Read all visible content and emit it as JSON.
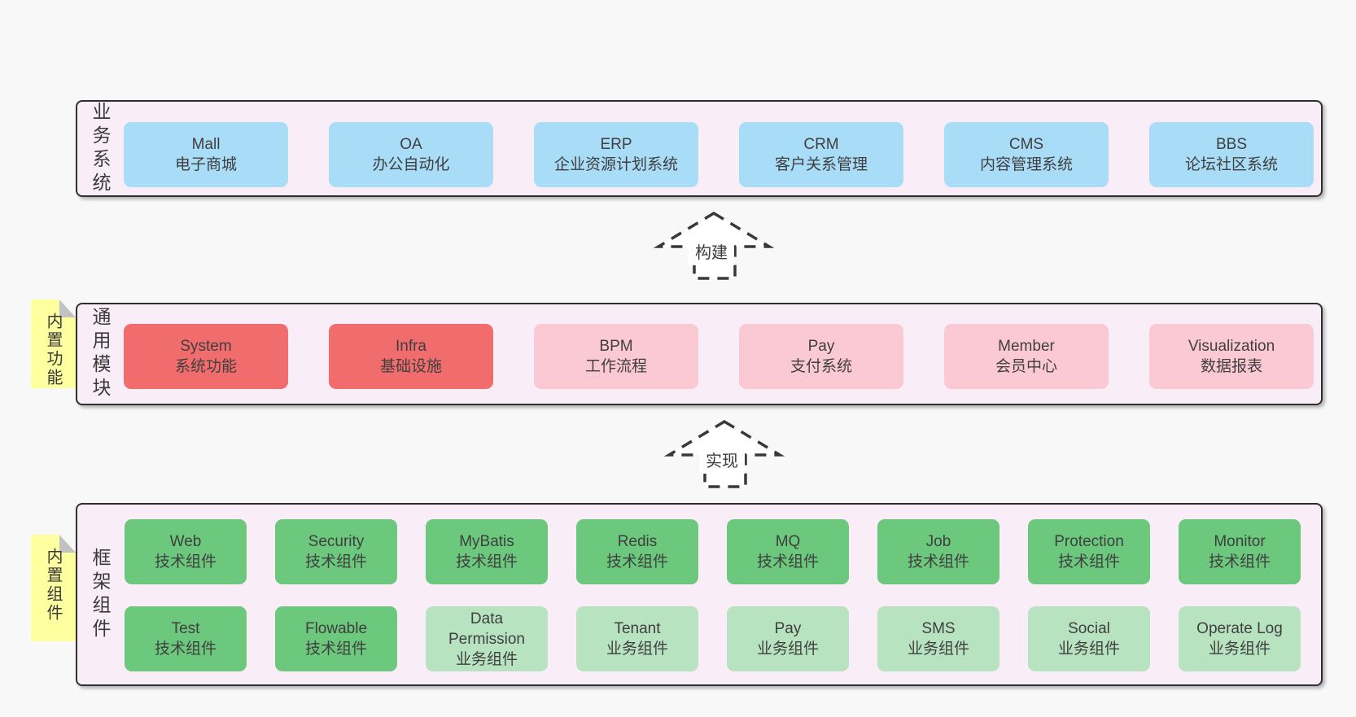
{
  "layers": [
    {
      "label": "业务系统",
      "boxes": [
        {
          "name": "Mall",
          "desc": "电子商城",
          "variant": "blue"
        },
        {
          "name": "OA",
          "desc": "办公自动化",
          "variant": "blue"
        },
        {
          "name": "ERP",
          "desc": "企业资源计划系统",
          "variant": "blue"
        },
        {
          "name": "CRM",
          "desc": "客户关系管理",
          "variant": "blue"
        },
        {
          "name": "CMS",
          "desc": "内容管理系统",
          "variant": "blue"
        },
        {
          "name": "BBS",
          "desc": "论坛社区系统",
          "variant": "blue"
        }
      ]
    },
    {
      "label": "通用模块",
      "note": "内置功能",
      "boxes": [
        {
          "name": "System",
          "desc": "系统功能",
          "variant": "red"
        },
        {
          "name": "Infra",
          "desc": "基础设施",
          "variant": "red"
        },
        {
          "name": "BPM",
          "desc": "工作流程",
          "variant": "pink"
        },
        {
          "name": "Pay",
          "desc": "支付系统",
          "variant": "pink"
        },
        {
          "name": "Member",
          "desc": "会员中心",
          "variant": "pink"
        },
        {
          "name": "Visualization",
          "desc": "数据报表",
          "variant": "pink"
        }
      ]
    },
    {
      "label": "框架组件",
      "note": "内置组件",
      "rows": [
        [
          {
            "name": "Web",
            "desc": "技术组件",
            "variant": "green"
          },
          {
            "name": "Security",
            "desc": "技术组件",
            "variant": "green"
          },
          {
            "name": "MyBatis",
            "desc": "技术组件",
            "variant": "green"
          },
          {
            "name": "Redis",
            "desc": "技术组件",
            "variant": "green"
          },
          {
            "name": "MQ",
            "desc": "技术组件",
            "variant": "green"
          },
          {
            "name": "Job",
            "desc": "技术组件",
            "variant": "green"
          },
          {
            "name": "Protection",
            "desc": "技术组件",
            "variant": "green"
          },
          {
            "name": "Monitor",
            "desc": "技术组件",
            "variant": "green"
          }
        ],
        [
          {
            "name": "Test",
            "desc": "技术组件",
            "variant": "green"
          },
          {
            "name": "Flowable",
            "desc": "技术组件",
            "variant": "green"
          },
          {
            "name": "Data Permission",
            "desc": "业务组件",
            "variant": "green-light"
          },
          {
            "name": "Tenant",
            "desc": "业务组件",
            "variant": "green-light"
          },
          {
            "name": "Pay",
            "desc": "业务组件",
            "variant": "green-light"
          },
          {
            "name": "SMS",
            "desc": "业务组件",
            "variant": "green-light"
          },
          {
            "name": "Social",
            "desc": "业务组件",
            "variant": "green-light"
          },
          {
            "name": "Operate Log",
            "desc": "业务组件",
            "variant": "green-light"
          }
        ]
      ]
    }
  ],
  "arrows": [
    {
      "label": "构建"
    },
    {
      "label": "实现"
    }
  ],
  "colors": {
    "page_bg": "#f8f8f8",
    "panel_bg": "#f9eef7",
    "panel_border": "#2f2f2f",
    "box_blue": "#a9dcf6",
    "box_red": "#f16c6c",
    "box_pink": "#fbc9d4",
    "box_green": "#6bc87c",
    "box_green_light": "#b7e3c1",
    "note_yellow": "#feff9e",
    "note_fold_gray": "#c2c2c2",
    "text": "#3f3f3f"
  }
}
